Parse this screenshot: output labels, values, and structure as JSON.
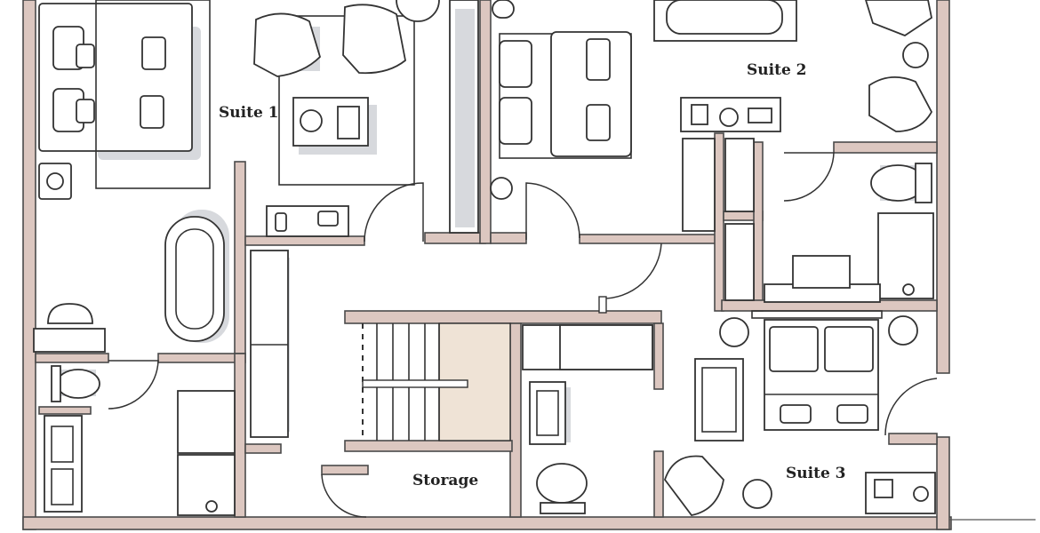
{
  "rooms": {
    "suite_1": "Suite 1",
    "suite_2": "Suite 2",
    "suite_3": "Suite 3",
    "storage": "Storage"
  },
  "colors": {
    "wall_fill": "#dcc7c0",
    "stair_fill": "#efe3d6",
    "shadow": "#c9ccd1",
    "line": "#333333"
  }
}
